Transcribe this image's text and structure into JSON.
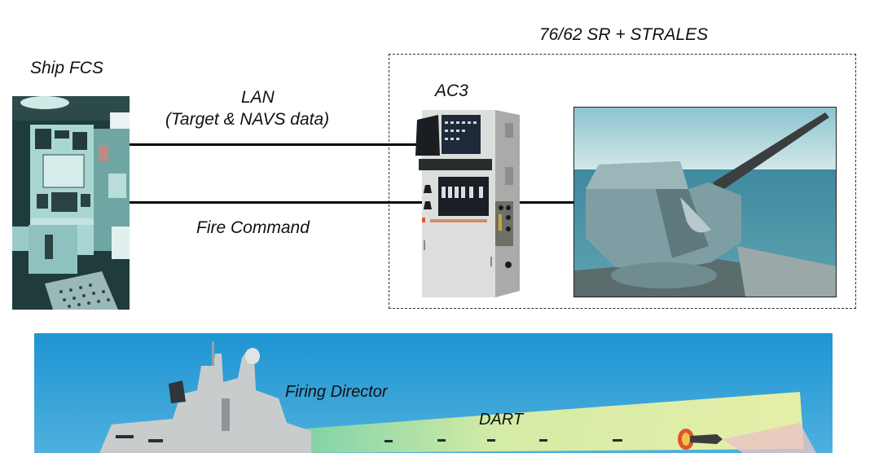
{
  "diagram": {
    "ship_fcs": {
      "label": "Ship FCS",
      "image": "fcs-console-photo"
    },
    "lan": {
      "label": "LAN",
      "sublabel": "(Target & NAVS data)"
    },
    "fire_command": {
      "label": "Fire Command"
    },
    "system_group": {
      "label": "76/62 SR + STRALES"
    },
    "ac3": {
      "label": "AC3",
      "image": "ac3-cabinet-photo"
    },
    "gun": {
      "image": "naval-gun-turret-photo"
    },
    "scene": {
      "firing_director": "Firing Director",
      "dart": "DART",
      "image": "ship-firing-dart-illustration"
    }
  },
  "colors": {
    "fcs_tint": "#8fc7c4",
    "sky": "#2a9ed6",
    "beam": "#e6f0a0",
    "sea_photo": "#3f8aa0"
  }
}
